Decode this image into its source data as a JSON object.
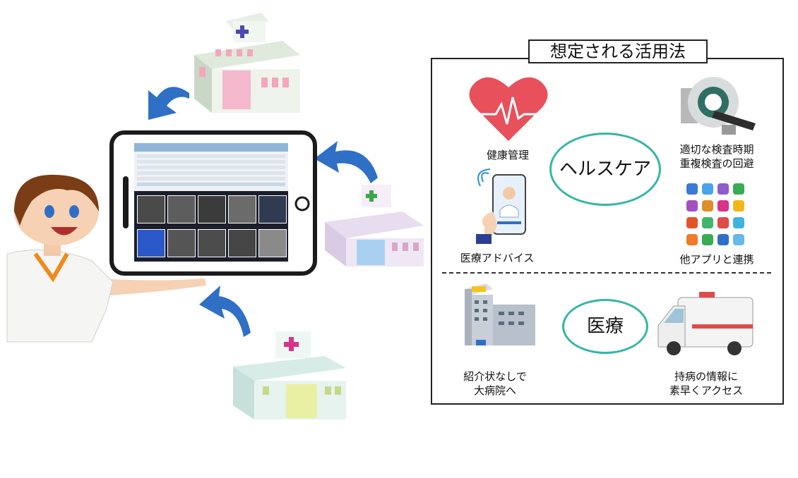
{
  "panel": {
    "title": "想定される活用法",
    "healthcare_label": "ヘルスケア",
    "medical_label": "医療",
    "items": {
      "health_management": "健康管理",
      "exam_line1": "適切な検査時期",
      "exam_line2": "重複検査の回避",
      "medical_advice": "医療アドバイス",
      "app_link": "他アプリと連携",
      "referral_line1": "紹介状なしで",
      "referral_line2": "大病院へ",
      "chronic_line1": "持病の情報に",
      "chronic_line2": "素早くアクセス"
    }
  },
  "colors": {
    "accent_teal": "#35b6a6",
    "heart_red": "#e8505b",
    "arrow_blue": "#2f6fc6"
  },
  "icons": [
    "hospital-icon",
    "heart-pulse-icon",
    "ct-scanner-icon",
    "smartphone-doctor-icon",
    "app-grid-icon",
    "large-hospital-icon",
    "ambulance-icon",
    "curved-arrow-icon",
    "character-avatar"
  ]
}
